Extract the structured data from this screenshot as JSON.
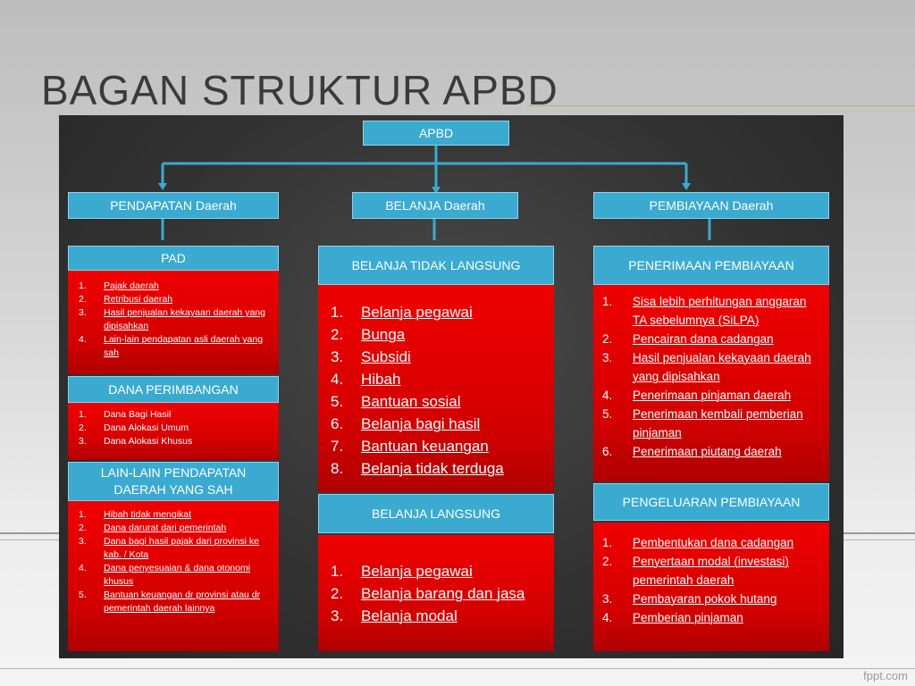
{
  "title": "BAGAN STRUKTUR APBD",
  "watermark": "fppt.com",
  "diagram": {
    "root": "APBD",
    "left": {
      "head": "PENDAPATAN Daerah",
      "pad": {
        "head": "PAD",
        "items": [
          "Pajak daerah",
          "Retribusi daerah",
          "Hasil penjualan kekayaan daerah yang dipisahkan",
          "Lain-lain pendapatan asli daerah yang sah"
        ]
      },
      "dana": {
        "head": "DANA PERIMBANGAN",
        "items": [
          "Dana Bagi Hasil",
          "Dana Alokasi Umum",
          "Dana Alokasi Khusus"
        ]
      },
      "lain": {
        "head_line1": "LAIN-LAIN PENDAPATAN",
        "head_line2": "DAERAH YANG SAH",
        "items": [
          "Hibah tidak mengikat",
          "Dana darurat dari pemerintah",
          "Dana bagi hasil pajak dari provinsi ke kab. / Kota",
          "Dana penyesuaian & dana otonomi khusus",
          "Bantuan keuangan dr provinsi atau dr pemerintah daerah lainnya"
        ]
      }
    },
    "middle": {
      "head": "BELANJA Daerah",
      "tidak_langsung": {
        "head": "BELANJA TIDAK LANGSUNG",
        "items": [
          "Belanja pegawai",
          "Bunga",
          "Subsidi",
          "Hibah",
          "Bantuan sosial",
          "Belanja bagi hasil",
          "Bantuan keuangan",
          "Belanja tidak terduga"
        ]
      },
      "langsung": {
        "head": "BELANJA LANGSUNG",
        "items": [
          "Belanja pegawai",
          "Belanja barang dan jasa",
          "Belanja modal"
        ]
      }
    },
    "right": {
      "head": "PEMBIAYAAN Daerah",
      "penerimaan": {
        "head": "PENERIMAAN PEMBIAYAAN",
        "items": [
          "Sisa lebih perhitungan anggaran TA sebelumnya (SiLPA)",
          "Pencairan dana cadangan",
          "Hasil penjualan kekayaan daerah yang dipisahkan",
          "Penerimaan pinjaman daerah",
          "Penerimaan kembali pemberian pinjaman",
          "Penerimaan piutang daerah"
        ]
      },
      "pengeluaran": {
        "head": "PENGELUARAN PEMBIAYAAN",
        "items": [
          "Pembentukan dana cadangan",
          "Penyertaan modal (investasi) pemerintah daerah",
          "Pembayaran pokok hutang",
          "Pemberian pinjaman"
        ]
      }
    },
    "colors": {
      "head_bg": "#3aaad0",
      "box_red": "#e00000",
      "background": "#333333"
    }
  }
}
